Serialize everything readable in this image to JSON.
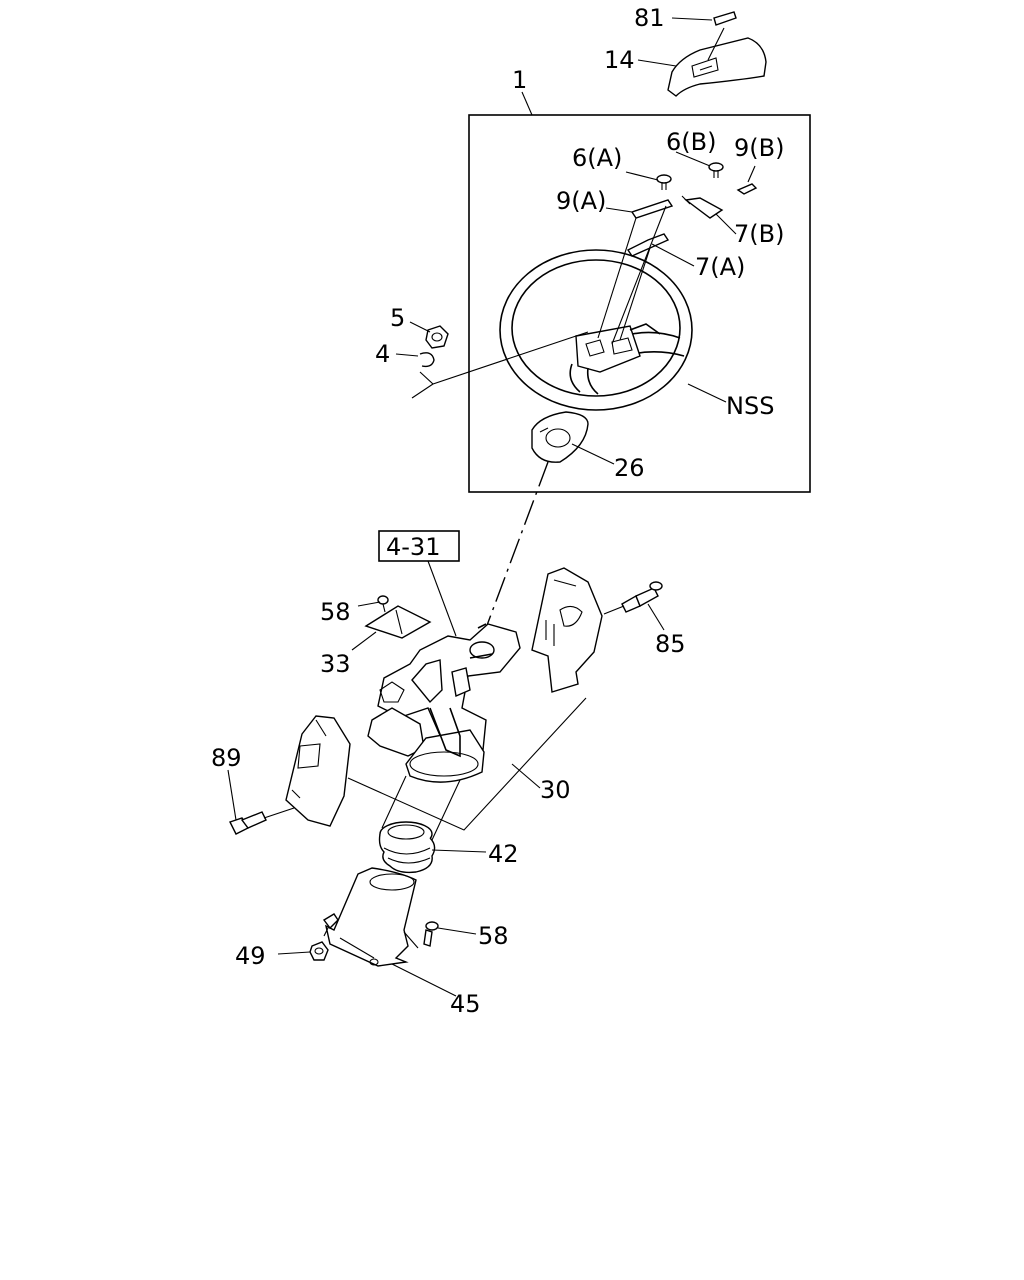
{
  "labels": {
    "p81": "81",
    "p14": "14",
    "p1": "1",
    "p6a": "6(A)",
    "p6b": "6(B)",
    "p9b": "9(B)",
    "p9a": "9(A)",
    "p7b": "7(B)",
    "p7a": "7(A)",
    "p5": "5",
    "p4": "4",
    "nss": "NSS",
    "p26": "26",
    "ref431": "4-31",
    "p58a": "58",
    "p33": "33",
    "p85": "85",
    "p89": "89",
    "p30": "30",
    "p42": "42",
    "p58b": "58",
    "p49": "49",
    "p45": "45"
  }
}
